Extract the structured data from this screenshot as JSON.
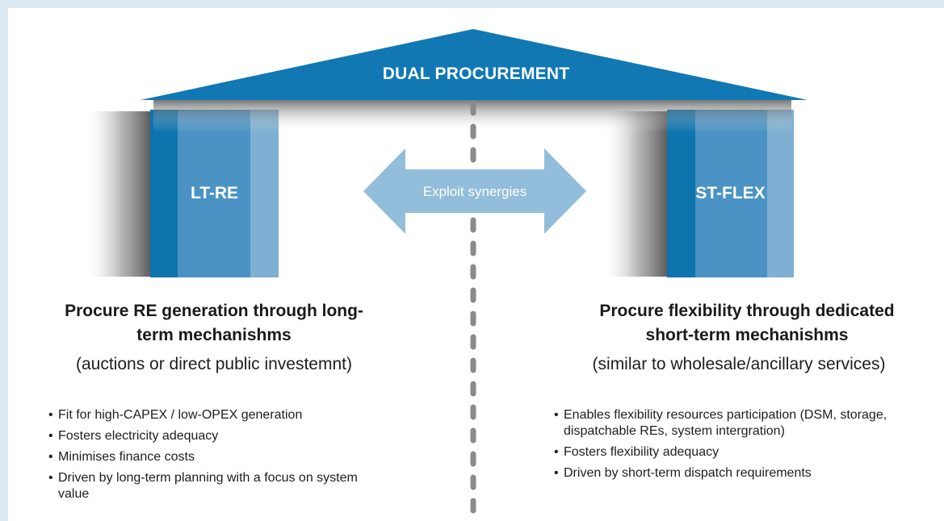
{
  "roof": {
    "title": "DUAL PROCUREMENT"
  },
  "arrow": {
    "label": "Exploit synergies"
  },
  "left": {
    "pillar_label": "LT-RE",
    "heading": "Procure RE generation through long-term mechanishms",
    "subheading": "(auctions or direct public investemnt)",
    "bullets": [
      "Fit for high-CAPEX / low-OPEX generation",
      "Fosters electricity adequacy",
      "Minimises finance costs",
      "Driven by long-term planning with a focus on system value"
    ]
  },
  "right": {
    "pillar_label": "ST-FLEX",
    "heading": "Procure flexibility through dedicated short-term mechanishms",
    "subheading": "(similar to wholesale/ancillary services)",
    "bullets": [
      "Enables flexibility resources participation (DSM, storage, dispatchable REs, system intergration)",
      "Fosters flexibility adequacy",
      "Driven by short-term dispatch requirements"
    ]
  },
  "colors": {
    "roof": "#1178b4",
    "pillar_dark": "#0e74ae",
    "pillar_mid": "#4a93c4",
    "pillar_light": "#7fb0d3",
    "arrow": "#92bddb",
    "divider": "#8a8a8a"
  }
}
